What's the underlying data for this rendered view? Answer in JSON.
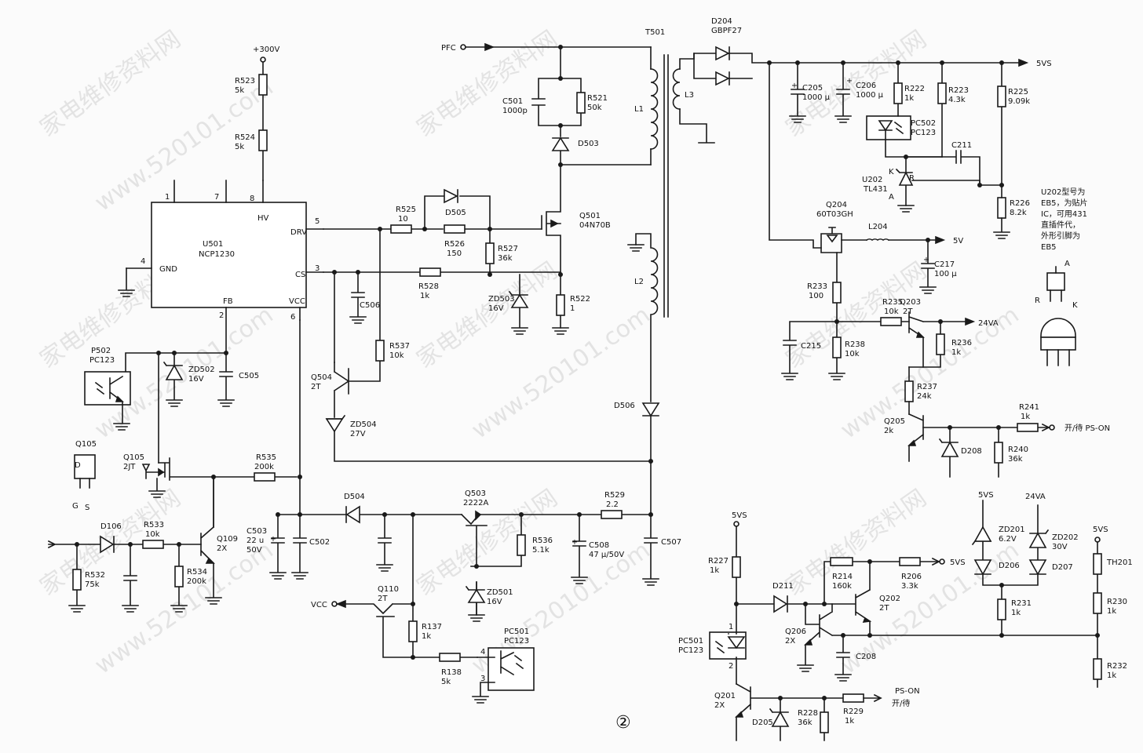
{
  "watermark": {
    "text_a": "家电维修资料网",
    "text_b": "www.520101.com"
  },
  "sheet_number": "②",
  "nets": {
    "v300": "+300V",
    "pfc": "PFC",
    "vcc": "VCC",
    "v5vs_main": "5VS",
    "v5v": "5V",
    "v24va": "24VA",
    "ps_on": "开/待 PS-ON",
    "ps_on_in": "PS-ON",
    "ps_on_in2": "开/待",
    "v5vs_a": "5VS",
    "v5vs_b": "5VS",
    "v5vs_c": "5VS",
    "v5vs_d": "5VS",
    "v24va_b": "24VA"
  },
  "ic": {
    "ref": "U501",
    "part": "NCP1230",
    "pins": {
      "hv": "HV",
      "drv": "DRV",
      "cs": "CS",
      "gnd": "GND",
      "fb": "FB",
      "vcc": "VCC",
      "n1": "1",
      "n7": "7",
      "n8": "8",
      "n5": "5",
      "n3": "3",
      "n4": "4",
      "n2": "2",
      "n6": "6"
    }
  },
  "transformer": {
    "ref": "T501",
    "l1": "L1",
    "l2": "L2",
    "l3": "L3"
  },
  "parts": {
    "r523": [
      "R523",
      "5k"
    ],
    "r524": [
      "R524",
      "5k"
    ],
    "c501": [
      "C501",
      "1000p"
    ],
    "r521": [
      "R521",
      "50k"
    ],
    "d503": "D503",
    "d505": "D505",
    "r525": [
      "R525",
      "10"
    ],
    "r526": [
      "R526",
      "150"
    ],
    "r527": [
      "R527",
      "36k"
    ],
    "q501": [
      "Q501",
      "04N70B"
    ],
    "r528": [
      "R528",
      "1k"
    ],
    "c506": "C506",
    "zd503": [
      "ZD503",
      "16V"
    ],
    "r522": [
      "R522",
      "1"
    ],
    "r537": [
      "R537",
      "10k"
    ],
    "q504": [
      "Q504",
      "2T"
    ],
    "zd504": [
      "ZD504",
      "27V"
    ],
    "p502": [
      "P502",
      "PC123"
    ],
    "zd502": [
      "ZD502",
      "16V"
    ],
    "c505": "C505",
    "q105a": "Q105",
    "q105b": [
      "Q105",
      "2JT"
    ],
    "pinD": "D",
    "pinG": "G",
    "pinS": "S",
    "r535": [
      "R535",
      "200k"
    ],
    "d106": "D106",
    "r533": [
      "R533",
      "10k"
    ],
    "q109": [
      "Q109",
      "2X"
    ],
    "r532": [
      "R532",
      "75k"
    ],
    "r534": [
      "R534",
      "200k"
    ],
    "c503": [
      "C503",
      "22 u",
      "50V"
    ],
    "c502": "C502",
    "d504": "D504",
    "q503": [
      "Q503",
      "2222A"
    ],
    "r529": [
      "R529",
      "2.2"
    ],
    "r536": [
      "R536",
      "5.1k"
    ],
    "c508": [
      "C508",
      "47 μ/50V"
    ],
    "c507": "C507",
    "zd501": [
      "ZD501",
      "16V"
    ],
    "d506": "D506",
    "q110": [
      "Q110",
      "2T"
    ],
    "r137": [
      "R137",
      "1k"
    ],
    "r138": [
      "R138",
      "5k"
    ],
    "pc501": [
      "PC501",
      "PC123"
    ],
    "pc501_p4": "4",
    "pc501_p3": "3",
    "d204": [
      "D204",
      "GBPF27"
    ],
    "c205": [
      "C205",
      "1000 μ"
    ],
    "c206": [
      "C206",
      "1000 μ"
    ],
    "r222": [
      "R222",
      "1k"
    ],
    "r223": [
      "R223",
      "4.3k"
    ],
    "r225": [
      "R225",
      "9.09k"
    ],
    "pc502": [
      "PC502",
      "PC123"
    ],
    "c211": "C211",
    "u202": [
      "U202",
      "TL431"
    ],
    "u202_k": "K",
    "u202_r": "R",
    "u202_a": "A",
    "r226": [
      "R226",
      "8.2k"
    ],
    "q204": [
      "Q204",
      "60T03GH"
    ],
    "l204": "L204",
    "c217": [
      "C217",
      "100 μ"
    ],
    "r233": [
      "R233",
      "100"
    ],
    "r235": [
      "R235",
      "10k"
    ],
    "q203": [
      "Q203",
      "2T"
    ],
    "c215": "C215",
    "r238": [
      "R238",
      "10k"
    ],
    "r236": [
      "R236",
      "1k"
    ],
    "r237": [
      "R237",
      "24k"
    ],
    "q205": [
      "Q205",
      "2k"
    ],
    "d208": "D208",
    "r241": [
      "R241",
      "1k"
    ],
    "r240": [
      "R240",
      "36k"
    ],
    "r227": [
      "R227",
      "1k"
    ],
    "d211": "D211",
    "r214": [
      "R214",
      "160k"
    ],
    "r206": [
      "R206",
      "3.3k"
    ],
    "q202": [
      "Q202",
      "2T"
    ],
    "q206": [
      "Q206",
      "2X"
    ],
    "c208": "C208",
    "pc501b": [
      "PC501",
      "PC123"
    ],
    "pc501b_p1": "1",
    "pc501b_p2": "2",
    "q201": [
      "Q201",
      "2X"
    ],
    "d205": "D205",
    "r228": [
      "R228",
      "36k"
    ],
    "r229": [
      "R229",
      "1k"
    ],
    "zd201": [
      "ZD201",
      "6.2V"
    ],
    "zd202": [
      "ZD202",
      "30V"
    ],
    "d206": "D206",
    "d207": "D207",
    "r231": [
      "R231",
      "1k"
    ],
    "th201": "TH201",
    "r230": [
      "R230",
      "1k"
    ],
    "r232": [
      "R232",
      "1k"
    ]
  },
  "note": {
    "lines": [
      "U202型号为",
      "EB5，为贴片",
      "IC，可用431",
      "直插件代，",
      "外形引脚为",
      "EB5"
    ],
    "pin_a": "A",
    "pin_r": "R",
    "pin_k": "K"
  }
}
